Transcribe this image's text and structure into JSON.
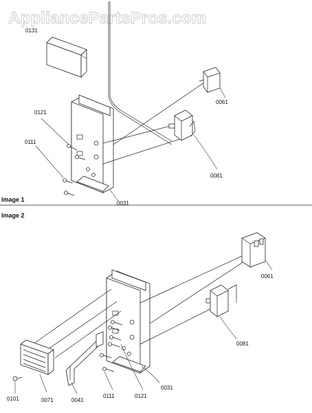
{
  "watermark": "AppliancePartsPros.com",
  "sections": {
    "image1": {
      "title": "Image 1",
      "labels": {
        "p0131": "0131",
        "p0121": "0121",
        "p0111": "0111",
        "p0061": "0061",
        "p0081": "0081",
        "p0031": "0031"
      }
    },
    "image2": {
      "title": "Image 2",
      "labels": {
        "p0061": "0061",
        "p0081": "0081",
        "p0031": "0031",
        "p0121": "0121",
        "p0111": "0111",
        "p0041": "0041",
        "p0071": "0071",
        "p0101": "0101"
      }
    }
  }
}
